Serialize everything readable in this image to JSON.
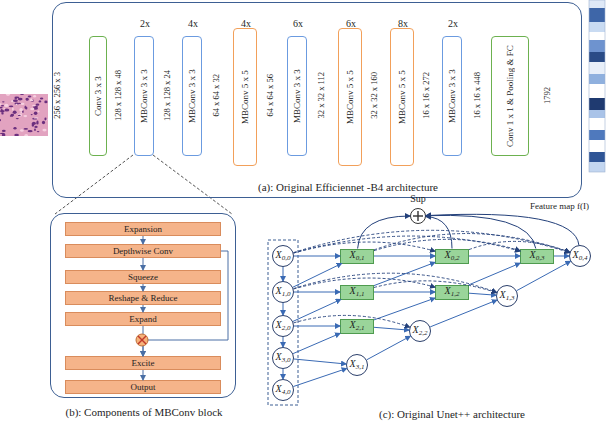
{
  "diagram": {
    "nodes": [
      {
        "text": [
          "(a): Original Efficiennet -B4 architecture"
        ]
      },
      {
        "text": [
          "Conv 3 x 3"
        ],
        "in": 0
      },
      {
        "text": [
          "2x",
          "MBConv 3 x 3"
        ],
        "in": 0
      },
      {
        "text": [
          "4x",
          "MBConv 3 x 3"
        ],
        "in": 0
      },
      {
        "text": [
          "4x",
          "MBConv 5 x 5"
        ],
        "in": 0
      },
      {
        "text": [
          "6x",
          "MBConv 3 x 3"
        ],
        "in": 0
      },
      {
        "text": [
          "6x",
          "MBConv 5 x 5"
        ],
        "in": 0
      },
      {
        "text": [
          "8x",
          "MBConv 5 x 5"
        ],
        "in": 0
      },
      {
        "text": [
          "2x",
          "MBConv 3 x 3"
        ],
        "in": 0
      },
      {
        "text": [
          "Conv 1 x 1 & Pooling & FC"
        ],
        "in": 0
      },
      {
        "text": [
          "(b): Components of MBConv block"
        ]
      },
      {
        "text": [
          "Expansion"
        ],
        "in": 10
      },
      {
        "text": [
          "Depthwise Conv"
        ],
        "in": 10
      },
      {
        "text": [
          "Squeeze"
        ],
        "in": 10
      },
      {
        "text": [
          "Reshape & Reduce"
        ],
        "in": 10
      },
      {
        "text": [
          "Expand"
        ],
        "in": 10
      },
      {
        "text": [
          "Excite"
        ],
        "in": 10
      },
      {
        "text": [
          "Output"
        ],
        "in": 10
      },
      {
        "text": [
          "Sup"
        ]
      },
      {
        "text": [
          "X0,0"
        ]
      },
      {
        "text": [
          "X0,1"
        ]
      },
      {
        "text": [
          "X0,2"
        ]
      },
      {
        "text": [
          "X0,3"
        ]
      },
      {
        "text": [
          "X0,4"
        ]
      },
      {
        "text": [
          "X1,0"
        ]
      },
      {
        "text": [
          "X1,1"
        ]
      },
      {
        "text": [
          "X1,2"
        ]
      },
      {
        "text": [
          "X1,3"
        ]
      },
      {
        "text": [
          "X2,0"
        ]
      },
      {
        "text": [
          "X2,1"
        ]
      },
      {
        "text": [
          "X2,2"
        ]
      },
      {
        "text": [
          "X3,0"
        ]
      },
      {
        "text": [
          "X3,1"
        ]
      },
      {
        "text": [
          "X4,0"
        ]
      }
    ],
    "edges": [
      {
        "from": 11,
        "to": 12,
        "arrow": "to"
      },
      {
        "from": 12,
        "to": 13,
        "arrow": "to"
      },
      {
        "from": 13,
        "to": 14,
        "arrow": "to"
      },
      {
        "from": 14,
        "to": 15,
        "arrow": "to"
      },
      {
        "from": 15,
        "to": 16,
        "arrow": "to"
      },
      {
        "from": 12,
        "to": 16,
        "arrow": "to"
      },
      {
        "from": 16,
        "to": 17,
        "arrow": "to"
      },
      {
        "from": 19,
        "to": 24,
        "arrow": "to"
      },
      {
        "from": 24,
        "to": 28,
        "arrow": "to"
      },
      {
        "from": 28,
        "to": 31,
        "arrow": "to"
      },
      {
        "from": 31,
        "to": 33,
        "arrow": "to"
      },
      {
        "from": 19,
        "to": 20,
        "arrow": "to"
      },
      {
        "from": 20,
        "to": 21,
        "arrow": "to"
      },
      {
        "from": 21,
        "to": 22,
        "arrow": "to"
      },
      {
        "from": 22,
        "to": 23,
        "arrow": "to"
      },
      {
        "from": 24,
        "to": 25,
        "arrow": "to"
      },
      {
        "from": 25,
        "to": 26,
        "arrow": "to"
      },
      {
        "from": 26,
        "to": 27,
        "arrow": "to"
      },
      {
        "from": 28,
        "to": 29,
        "arrow": "to"
      },
      {
        "from": 29,
        "to": 30,
        "arrow": "to"
      },
      {
        "from": 31,
        "to": 32,
        "arrow": "to"
      },
      {
        "from": 24,
        "to": 20,
        "arrow": "to"
      },
      {
        "from": 28,
        "to": 25,
        "arrow": "to"
      },
      {
        "from": 31,
        "to": 29,
        "arrow": "to"
      },
      {
        "from": 33,
        "to": 32,
        "arrow": "to"
      },
      {
        "from": 25,
        "to": 21,
        "arrow": "to"
      },
      {
        "from": 29,
        "to": 26,
        "arrow": "to"
      },
      {
        "from": 32,
        "to": 30,
        "arrow": "to"
      },
      {
        "from": 26,
        "to": 22,
        "arrow": "to"
      },
      {
        "from": 30,
        "to": 27,
        "arrow": "to"
      },
      {
        "from": 27,
        "to": 23,
        "arrow": "to"
      },
      {
        "from": 19,
        "to": 21,
        "arrow": "to"
      },
      {
        "from": 19,
        "to": 22,
        "arrow": "to"
      },
      {
        "from": 19,
        "to": 23,
        "arrow": "to"
      },
      {
        "from": 20,
        "to": 22,
        "arrow": "to"
      },
      {
        "from": 20,
        "to": 23,
        "arrow": "to"
      },
      {
        "from": 21,
        "to": 23,
        "arrow": "to"
      },
      {
        "from": 24,
        "to": 26,
        "arrow": "to"
      },
      {
        "from": 24,
        "to": 27,
        "arrow": "to"
      },
      {
        "from": 25,
        "to": 27,
        "arrow": "to"
      },
      {
        "from": 28,
        "to": 30,
        "arrow": "to"
      },
      {
        "from": 20,
        "to": 18,
        "arrow": "to"
      },
      {
        "from": 21,
        "to": 18,
        "arrow": "to"
      },
      {
        "from": 22,
        "to": 18,
        "arrow": "to"
      },
      {
        "from": 23,
        "to": 18,
        "arrow": "to"
      }
    ],
    "labels": [
      "256 x 256 x 3",
      "128 x 128 x 48",
      "128 x 128 x 24",
      "64 x 64 x 32",
      "64 x 64 x 56",
      "32 x 32 x 112",
      "32 x 32 x 160",
      "16 x 16 x 272",
      "16 x 16 x 448",
      "1792",
      "Feature map f(I)",
      "(c): Original Unet++ architecture"
    ]
  }
}
